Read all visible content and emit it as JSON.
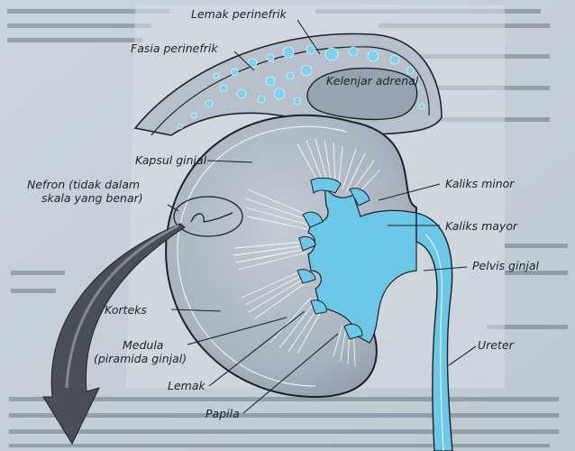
{
  "diagram": {
    "labels": {
      "lemak_perinefrik": "Lemak perinefrik",
      "fasia_perinefrik": "Fasia perinefrik",
      "kelenjar_adrenal": "Kelenjar adrenal",
      "kapsul_ginjal": "Kapsul ginjal",
      "nefron_line1": "Nefron (tidak dalam",
      "nefron_line2": "skala yang benar)",
      "kaliks_minor": "Kaliks minor",
      "kaliks_mayor": "Kaliks mayor",
      "pelvis_ginjal": "Pelvis ginjal",
      "korteks": "Korteks",
      "medula_line1": "Medula",
      "medula_line2": "(piramida ginjal)",
      "lemak": "Lemak",
      "papila": "Papila",
      "ureter": "Ureter"
    },
    "colors": {
      "urine_blue": "#6cc8e6",
      "cortex_gray": "#a9b4bf",
      "fat_gray": "#b5c0cb",
      "adrenal_gray": "#97a3af",
      "outline": "#1d2227"
    }
  }
}
